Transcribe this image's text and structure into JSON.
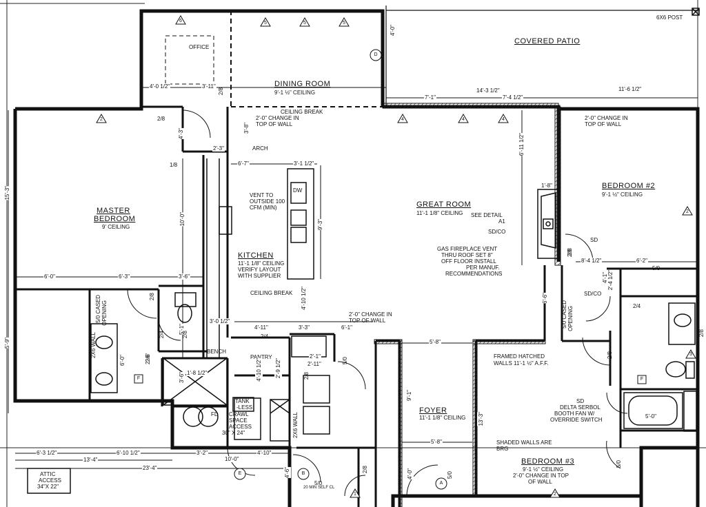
{
  "rooms": {
    "office": "OFFICE",
    "dining": {
      "name": "DINING ROOM",
      "ceiling": "9'-1 ½\" CEILING"
    },
    "covered_patio": "COVERED PATIO",
    "master": {
      "name1": "MASTER",
      "name2": "BEDROOM",
      "ceiling": "9' CEILING"
    },
    "great": {
      "name": "GREAT ROOM",
      "ceiling": "11'-1 1/8\" CEILING"
    },
    "kitchen": {
      "name": "KITCHEN",
      "ceiling": "11'-1 1/8\" CEILING",
      "note1": "VERIFY LAYOUT",
      "note2": "WITH SUPPLIER"
    },
    "bedroom2": {
      "name": "BEDROOM #2",
      "ceiling": "9'-1 ½\" CEILING"
    },
    "foyer": {
      "name": "FOYER",
      "ceiling": "11'-1 1/8\" CEILING"
    },
    "bedroom3": {
      "name": "BEDROOM #3",
      "ceiling": "9'-1 ½\" CEILING",
      "note1": "2'-0\" CHANGE IN TOP",
      "note2": "OF WALL"
    },
    "pantry": "PANTRY",
    "bench": "BENCH"
  },
  "notes": {
    "post": "6X6 POST",
    "ceiling_break_top": "CEILING BREAK",
    "change_wall_1a": "2'-0\" CHANGE IN",
    "change_wall_1b": "TOP OF WALL",
    "change_wall_2a": "2'-0\" CHANGE IN",
    "change_wall_2b": "TOP OF WALL",
    "change_wall_3a": "2'-0\" CHANGE IN",
    "change_wall_3b": "TOP OF WALL",
    "arch": "ARCH",
    "vent1": "VENT TO",
    "vent2": "OUTSIDE 100",
    "vent3": "CFM (MIN)",
    "ceiling_break_kitchen": "CEILING BREAK",
    "see_detail1": "SEE DETAIL",
    "see_detail2": "A1",
    "sdco1": "SD/CO",
    "sdco2": "SD/CO",
    "sd1": "SD",
    "sd2": "SD",
    "gas1": "GAS FIREPLACE VENT",
    "gas2": "THRU ROOF  SET 8\"",
    "gas3": "OFF FLOOR INSTALL",
    "gas4": "PER MANUF.",
    "gas5": "RECOMMENDATIONS",
    "framed1": "FRAMED HATCHED",
    "framed2": "WALLS 11'-1 ½\" A.F.F.",
    "fan1": "DELTA SERBOL",
    "fan2": "BOOTH FAN W/",
    "fan3": "OVERRIDE SWITCH",
    "shaded1": "SHADED WALLS ARE",
    "shaded2": "BRG",
    "tank1": "TANK",
    "tank2": "-LESS",
    "crawl1": "CRAWL",
    "crawl2": "SPACE",
    "crawl3": "ACCESS",
    "crawl4": "30\" X 24\"",
    "attic1": "ATTIC",
    "attic2": "ACCESS",
    "attic3": "34\"X 22\"",
    "min_self": "20 MIN SELF CL",
    "cased1": "5/0 CASED",
    "cased2": "OPENING",
    "cased3": "5/0 CASED",
    "cased4": "OPENING",
    "fd": "FD",
    "wall2x6": "2X6 WALL",
    "wall2x6b": "2X6 WALL"
  },
  "dims": {
    "d1": "4'-0 1/2\"",
    "d2": "3'-11\"",
    "d3": "7'-1\"",
    "d4": "14'-3 1/2\"",
    "d5": "7'-4 1/2\"",
    "d6": "11'-6 1/2\"",
    "d7": "2'-3\"",
    "d8": "6'-7\"",
    "d9": "3'-1 1/2\"",
    "d10": "6'-11 1/2\"",
    "d11": "1'-8\"",
    "d12": "6'-0\"",
    "d13": "6'-3\"",
    "d14": "3'-6\"",
    "d15": "10'-0\"",
    "d16": "9'-3\"",
    "d17": "15'-3\"",
    "d18": "5'-9\"",
    "d19": "8'-4 1/2\"",
    "d20": "6'-2\"",
    "d21": "6'-6\"",
    "d22": "4'-11\"",
    "d23": "3'-3\"",
    "d24": "4'-10 1/2\"",
    "d25": "6'-1\"",
    "d26": "5'-8\"",
    "d27": "3'-0 1/2\"",
    "d28": "2'-11\"",
    "d29": "2'-9 1/2\"",
    "d30": "4'-10 1/2\"",
    "d31": "6'-0\"",
    "d32": "3'-6\"",
    "d33": "2'-6\"",
    "d34": "6'-3 1/2\"",
    "d35": "13'-4\"",
    "d36": "6'-10 1/2\"",
    "d37": "3'-2\"",
    "d38": "10'-0\"",
    "d39": "4'-10\"",
    "d40": "23'-4\"",
    "d41": "9'-1\"",
    "d42": "5'-8\"",
    "d43": "13'-3\"",
    "d44": "4'-6\"",
    "d45": "4'-0\"",
    "d46": "5'-0\"",
    "d47": "4'-1\"",
    "d48": "2'-4 1/2\"",
    "d49": "4'-0\"",
    "d50": "5'-1\"",
    "d51": "1'-8 1/2\"",
    "d52": "2'-1\"",
    "d53": "3'-8\"",
    "d54": "4'-3\""
  },
  "doors": {
    "a1": "2/8",
    "a2": "2/8",
    "a3": "2/8",
    "a4": "2/8",
    "a5": "2/8",
    "a6": "2/4",
    "a7": "2/4",
    "a8": "2/8",
    "a9": "2/8",
    "a10": "5/0",
    "a11": "5/0",
    "a12": "2/8",
    "a13": "2/4",
    "a14": "5/0",
    "a15": "2/8",
    "a16": "5/0",
    "a17": "5/0",
    "a18": "2/6",
    "a19": "2/8",
    "a20": "1/8"
  },
  "tags": {
    "w6": "6",
    "w5a": "5",
    "w5b": "5",
    "w5c": "5",
    "w2a": "2",
    "w4a": "4",
    "w4b": "4",
    "w4c": "4",
    "w2b": "2",
    "w1": "1",
    "w2c": "2",
    "wD": "D",
    "wE": "E",
    "wB": "B",
    "wA": "A",
    "w3": "3",
    "wF1": "F",
    "wF2": "F"
  },
  "appliances": {
    "dw": "DW"
  }
}
